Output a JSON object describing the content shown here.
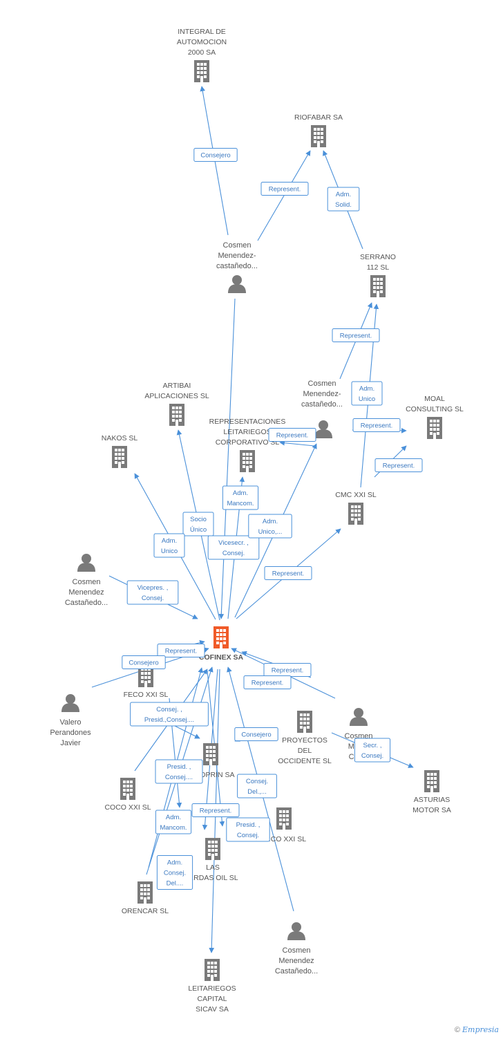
{
  "colors": {
    "edge": "#4a90d9",
    "company": "#7a7a7a",
    "focus": "#f05a28",
    "person": "#7a7a7a"
  },
  "nodes": [
    {
      "id": "integral",
      "kind": "company",
      "label": [
        "INTEGRAL DE",
        "AUTOMOCION",
        "2000 SA"
      ]
    },
    {
      "id": "riofabar",
      "kind": "company",
      "label": [
        "RIOFABAR SA"
      ]
    },
    {
      "id": "p_top",
      "kind": "person",
      "label": [
        "Cosmen",
        "Menendez-",
        "castañedo..."
      ]
    },
    {
      "id": "serrano",
      "kind": "company",
      "label": [
        "SERRANO",
        "112 SL"
      ]
    },
    {
      "id": "artibai",
      "kind": "company",
      "label": [
        "ARTIBAI",
        "APLICACIONES SL"
      ]
    },
    {
      "id": "nakos",
      "kind": "company",
      "label": [
        "NAKOS SL"
      ]
    },
    {
      "id": "repr",
      "kind": "company",
      "label": [
        "REPRESENTACIONES",
        "LEITARIEGOS",
        "CORPORATIVO SL"
      ]
    },
    {
      "id": "p_right",
      "kind": "person",
      "label": [
        "Cosmen",
        "Menendez-",
        "castañedo..."
      ]
    },
    {
      "id": "moal",
      "kind": "company",
      "label": [
        "MOAL",
        "CONSULTING SL"
      ]
    },
    {
      "id": "cmc",
      "kind": "company",
      "label": [
        "CMC XXI  SL"
      ]
    },
    {
      "id": "p_left",
      "kind": "person",
      "label": [
        "Cosmen",
        "Menendez",
        "Castañedo..."
      ]
    },
    {
      "id": "cofinex",
      "kind": "focus",
      "label": [
        "COFINEX SA"
      ]
    },
    {
      "id": "feco",
      "kind": "company",
      "label": [
        "FECO XXI SL"
      ]
    },
    {
      "id": "valero",
      "kind": "person",
      "label": [
        "Valero",
        "Perandones",
        "Javier"
      ]
    },
    {
      "id": "proyectos",
      "kind": "company",
      "label": [
        "PROYECTOS",
        "DEL",
        "OCCIDENTE SL"
      ]
    },
    {
      "id": "p_mid",
      "kind": "person",
      "label": [
        "Cosmen",
        "Men...",
        "Cas..."
      ]
    },
    {
      "id": "asturias",
      "kind": "company",
      "label": [
        "ASTURIAS",
        "MOTOR SA"
      ]
    },
    {
      "id": "coprin",
      "kind": "company",
      "label": [
        "...OPRIN SA"
      ]
    },
    {
      "id": "coco",
      "kind": "company",
      "label": [
        "COCO XXI SL"
      ]
    },
    {
      "id": "co2",
      "kind": "company",
      "label": [
        "...CO XXI SL"
      ]
    },
    {
      "id": "lasbordas",
      "kind": "company",
      "label": [
        "LAS",
        "...RDAS OIL SL"
      ]
    },
    {
      "id": "orencar",
      "kind": "company",
      "label": [
        "ORENCAR SL"
      ]
    },
    {
      "id": "p_bottom",
      "kind": "person",
      "label": [
        "Cosmen",
        "Menendez",
        "Castañedo..."
      ]
    },
    {
      "id": "leitariegos",
      "kind": "company",
      "label": [
        "LEITARIEGOS",
        "CAPITAL",
        "SICAV SA"
      ]
    }
  ],
  "edge_labels": [
    [
      "Consejero"
    ],
    [
      "Represent."
    ],
    [
      "Adm.",
      "Solid."
    ],
    [
      "Represent."
    ],
    [
      "Adm.",
      "Unico"
    ],
    [
      "Represent."
    ],
    [
      "Represent."
    ],
    [
      "Represent."
    ],
    [
      "Socio",
      "Único"
    ],
    [
      "Adm.",
      "Unico"
    ],
    [
      "Vicesecr. ,",
      "Consej."
    ],
    [
      "Adm.",
      "Unico,..."
    ],
    [
      "Represent."
    ],
    [
      "Vicepres. ,",
      "Consej."
    ],
    [
      "Represent."
    ],
    [
      "Consejero"
    ],
    [
      "Represent."
    ],
    [
      "Represent."
    ],
    [
      "Consej. ,",
      "Presid.,Consej...."
    ],
    [
      "Consejero"
    ],
    [
      "Secr. ,",
      "Consej."
    ],
    [
      "Presid. ,",
      "Consej...."
    ],
    [
      "Consej.",
      "Del.,..."
    ],
    [
      "Represent."
    ],
    [
      "Presid. ,",
      "Consej."
    ],
    [
      "Adm.",
      "Mancom."
    ],
    [
      "Adm.",
      "Consej.",
      "Del...."
    ],
    [
      "Adm.",
      "Mancom."
    ]
  ],
  "footer": {
    "copyright": "©",
    "brand": "Empresia"
  }
}
